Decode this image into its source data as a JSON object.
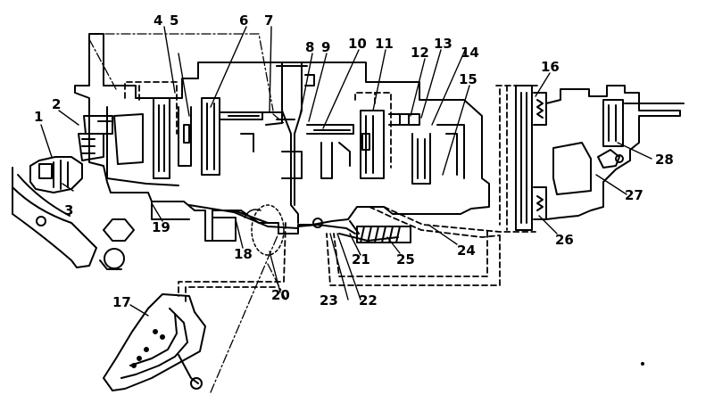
{
  "diagram": {
    "callouts": [
      "1",
      "2",
      "3",
      "4",
      "5",
      "6",
      "7",
      "8",
      "9",
      "10",
      "11",
      "12",
      "13",
      "14",
      "15",
      "16",
      "17",
      "18",
      "19",
      "20",
      "21",
      "22",
      "23",
      "24",
      "25",
      "26",
      "27",
      "28"
    ],
    "colors": {
      "ink": "#000000",
      "paper": "#ffffff"
    }
  }
}
